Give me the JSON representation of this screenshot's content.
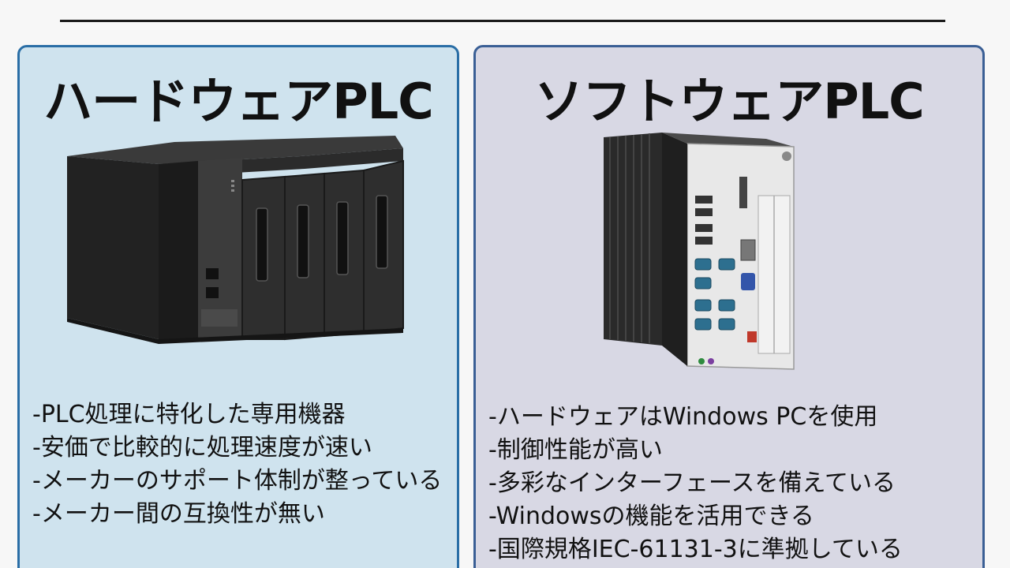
{
  "hardware_plc": {
    "title": "ハードウェアPLC",
    "bullets": [
      "-PLC処理に特化した専用機器",
      "-安価で比較的に処理速度が速い",
      "-メーカーのサポート体制が整っている",
      "-メーカー間の互換性が無い"
    ]
  },
  "software_plc": {
    "title": "ソフトウェアPLC",
    "bullets": [
      "-ハードウェアはWindows PCを使用",
      "-制御性能が高い",
      "-多彩なインターフェースを備えている",
      "-Windowsの機能を活用できる",
      "-国際規格IEC-61131-3に準拠している"
    ]
  },
  "colors": {
    "hw_panel_bg": "#cfe3ee",
    "sw_panel_bg": "#d8d8e4",
    "panel_border": "#2a6ea6"
  }
}
